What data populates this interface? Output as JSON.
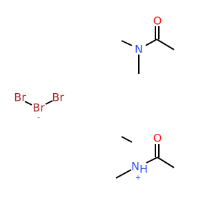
{
  "molecule_top": {
    "oxygen": "O",
    "nitrogen": "N"
  },
  "tribromide": {
    "br_left": "Br",
    "br_center": "Br",
    "br_right": "Br",
    "charge": "-"
  },
  "molecule_bottom": {
    "oxygen": "O",
    "nitrogen": "N",
    "hydrogen": "H",
    "charge": "+"
  },
  "colors": {
    "bond": "#000000",
    "oxygen": "#ff0d0d",
    "nitrogen": "#3050f8",
    "bromine": "#a62929"
  }
}
